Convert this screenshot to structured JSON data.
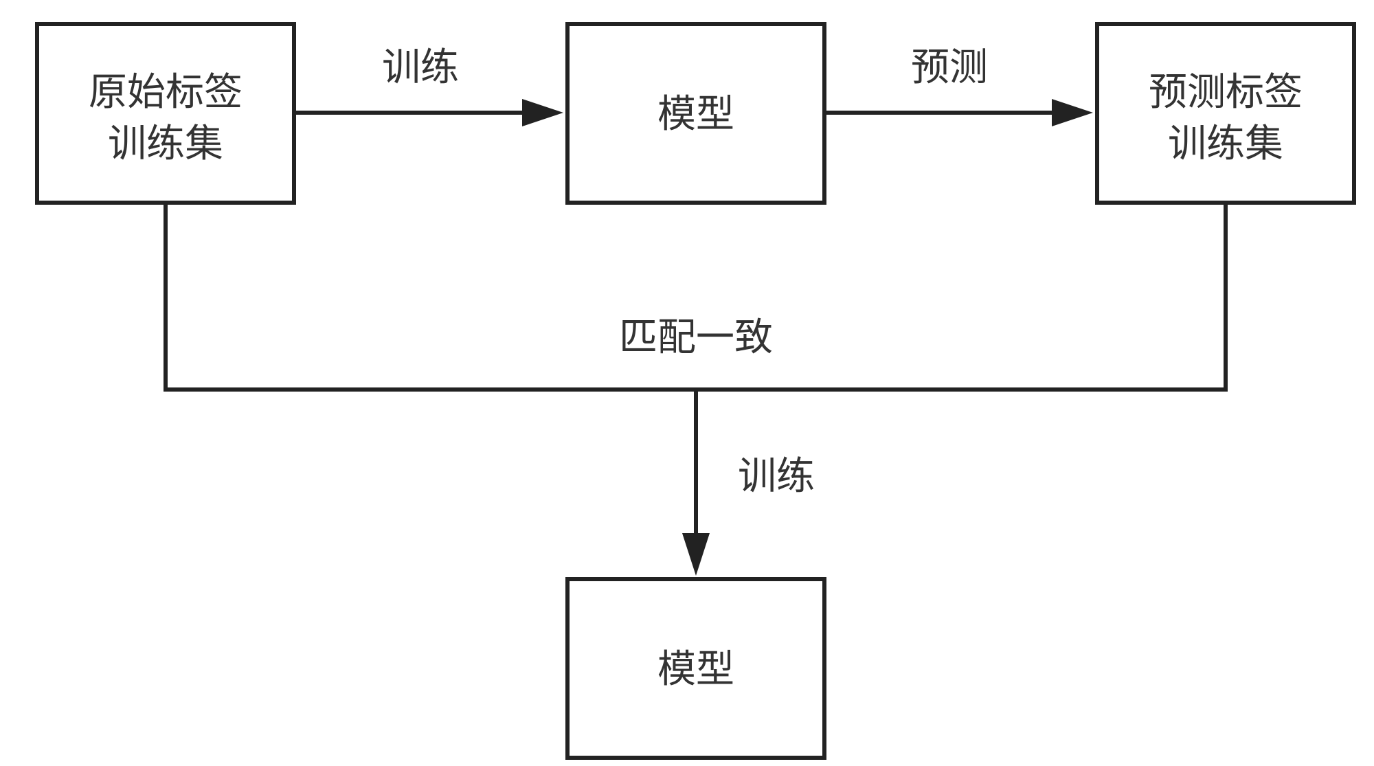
{
  "diagram": {
    "nodes": {
      "original_train_set": {
        "line1": "原始标签",
        "line2": "训练集"
      },
      "model_top": {
        "label": "模型"
      },
      "predicted_train_set": {
        "line1": "预测标签",
        "line2": "训练集"
      },
      "model_bottom": {
        "label": "模型"
      }
    },
    "edges": {
      "train_top": {
        "label": "训练"
      },
      "predict": {
        "label": "预测"
      },
      "match": {
        "label": "匹配一致"
      },
      "train_bottom": {
        "label": "训练"
      }
    }
  },
  "colors": {
    "stroke": "#222222",
    "text": "#333333",
    "background": "#ffffff"
  }
}
